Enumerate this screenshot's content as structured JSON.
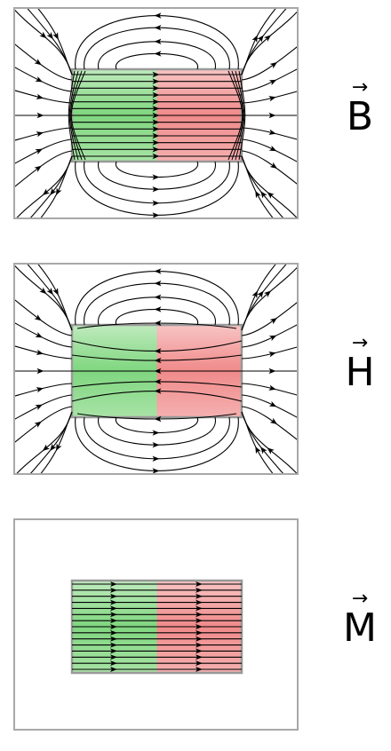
{
  "panels": [
    {
      "id": "B",
      "label": "B",
      "arrow": "→",
      "type": "B"
    },
    {
      "id": "H",
      "label": "H",
      "arrow": "→",
      "type": "H"
    },
    {
      "id": "M",
      "label": "M",
      "arrow": "→",
      "type": "M"
    }
  ],
  "colors": {
    "green": "#7fd67f",
    "red": "#f08a8a",
    "frame": "#a8a8a8",
    "line": "#000000"
  }
}
